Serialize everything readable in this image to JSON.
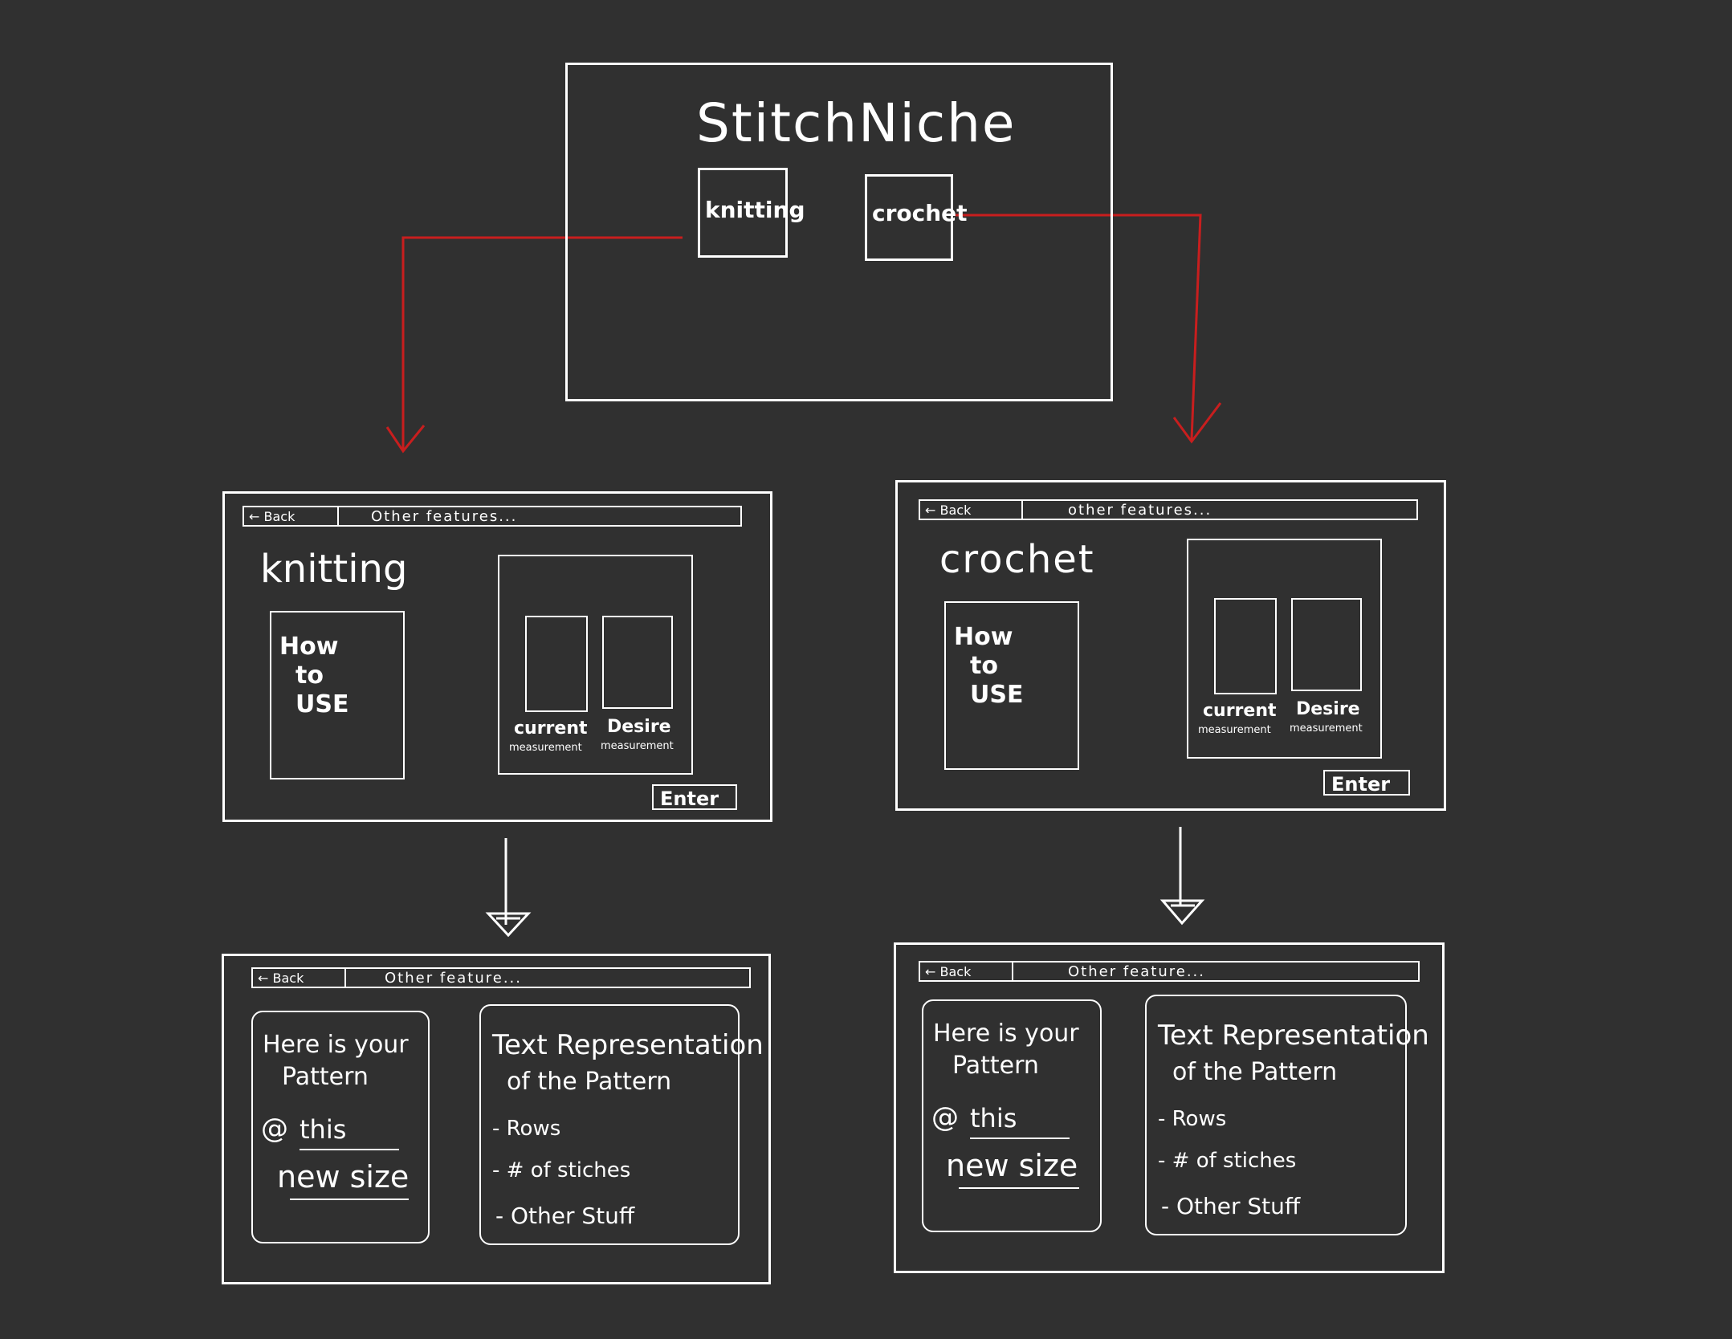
{
  "home": {
    "title": "StitchNiche",
    "knitting_button": "knitting",
    "crochet_button": "crochet"
  },
  "nav": {
    "back": "Back",
    "other_features": "Other features...",
    "other_features_alt": "other features...",
    "other_feature": "Other feature..."
  },
  "knitting_page": {
    "title": "knitting",
    "how_to_use": [
      "How",
      "to",
      "USE"
    ],
    "current_label": "current",
    "current_sub": "measurement",
    "desire_label": "Desire",
    "desire_sub": "measurement",
    "enter": "Enter"
  },
  "crochet_page": {
    "title": "crochet",
    "how_to_use": [
      "How",
      "to",
      "USE"
    ],
    "current_label": "current",
    "current_sub": "measurement",
    "desire_label": "Desire",
    "desire_sub": "measurement",
    "enter": "Enter"
  },
  "result": {
    "pattern_lines": [
      "Here is your",
      "Pattern"
    ],
    "at_symbol": "@",
    "this": "this",
    "new_size": "new size",
    "text_rep_lines": [
      "Text Representation",
      "of the Pattern"
    ],
    "bullets": [
      "- Rows",
      "- # of stiches",
      "- Other Stuff"
    ]
  },
  "colors": {
    "background": "#303030",
    "stroke": "#ffffff",
    "flow_arrow": "#c81e1e"
  }
}
